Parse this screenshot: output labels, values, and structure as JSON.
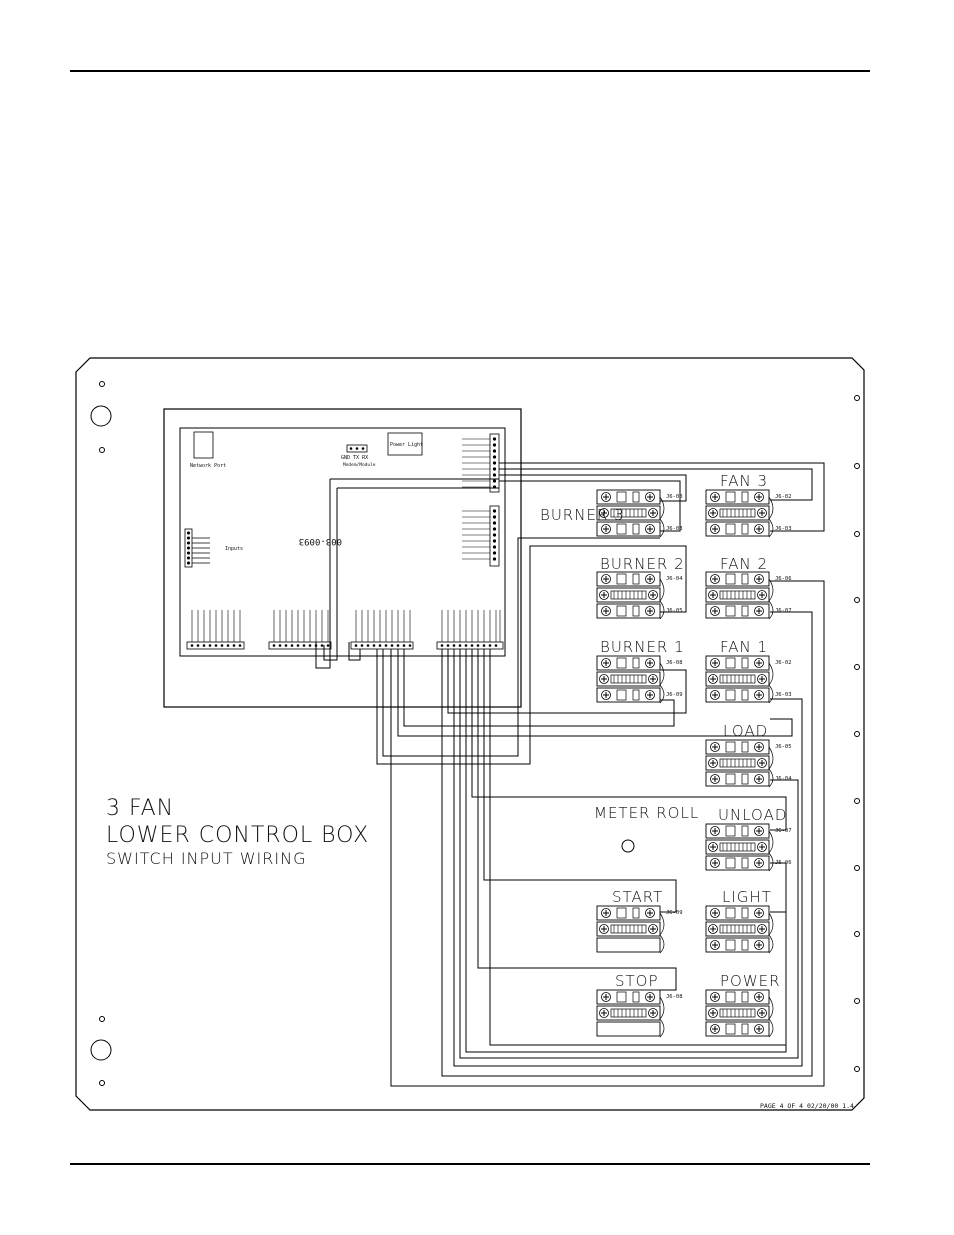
{
  "title": {
    "line1": "3 FAN",
    "line2": "LOWER CONTROL BOX",
    "line3": "SWITCH INPUT WIRING"
  },
  "footer": {
    "text": "PAGE 4 OF 4   02/20/00  1.4"
  },
  "board": {
    "part_number": "003-0093",
    "network_port": "Network Port",
    "gnd_tx_rx": "GND TX RX",
    "modem_label": "Modem/Module",
    "power_light": "Power Light",
    "inputs_label": "Inputs"
  },
  "switches": [
    {
      "id": "burner3",
      "label": "BURNER 3",
      "top_tag": "J6-00",
      "bot_tag": "J6-03"
    },
    {
      "id": "burner2",
      "label": "BURNER 2",
      "top_tag": "J6-04",
      "bot_tag": "J6-05"
    },
    {
      "id": "burner1",
      "label": "BURNER 1",
      "top_tag": "J6-08",
      "bot_tag": "J6-09"
    },
    {
      "id": "fan3",
      "label": "FAN 3",
      "top_tag": "J6-02",
      "bot_tag": "J6-03"
    },
    {
      "id": "fan2",
      "label": "FAN 2",
      "top_tag": "J6-06",
      "bot_tag": "J6-07"
    },
    {
      "id": "fan1",
      "label": "FAN 1",
      "top_tag": "J6-02",
      "bot_tag": "J6-03"
    },
    {
      "id": "load",
      "label": "LOAD",
      "top_tag": "J6-05",
      "bot_tag": "J6-04"
    },
    {
      "id": "unload",
      "label": "UNLOAD",
      "top_tag": "J6-07",
      "bot_tag": "J6-06"
    },
    {
      "id": "light",
      "label": "LIGHT",
      "top_tag": "",
      "bot_tag": ""
    },
    {
      "id": "start",
      "label": "START",
      "top_tag": "J6-09",
      "bot_tag": ""
    },
    {
      "id": "stop",
      "label": "STOP",
      "top_tag": "J6-08",
      "bot_tag": ""
    },
    {
      "id": "power",
      "label": "POWER",
      "top_tag": "",
      "bot_tag": ""
    }
  ],
  "meter_roll": "METER ROLL"
}
